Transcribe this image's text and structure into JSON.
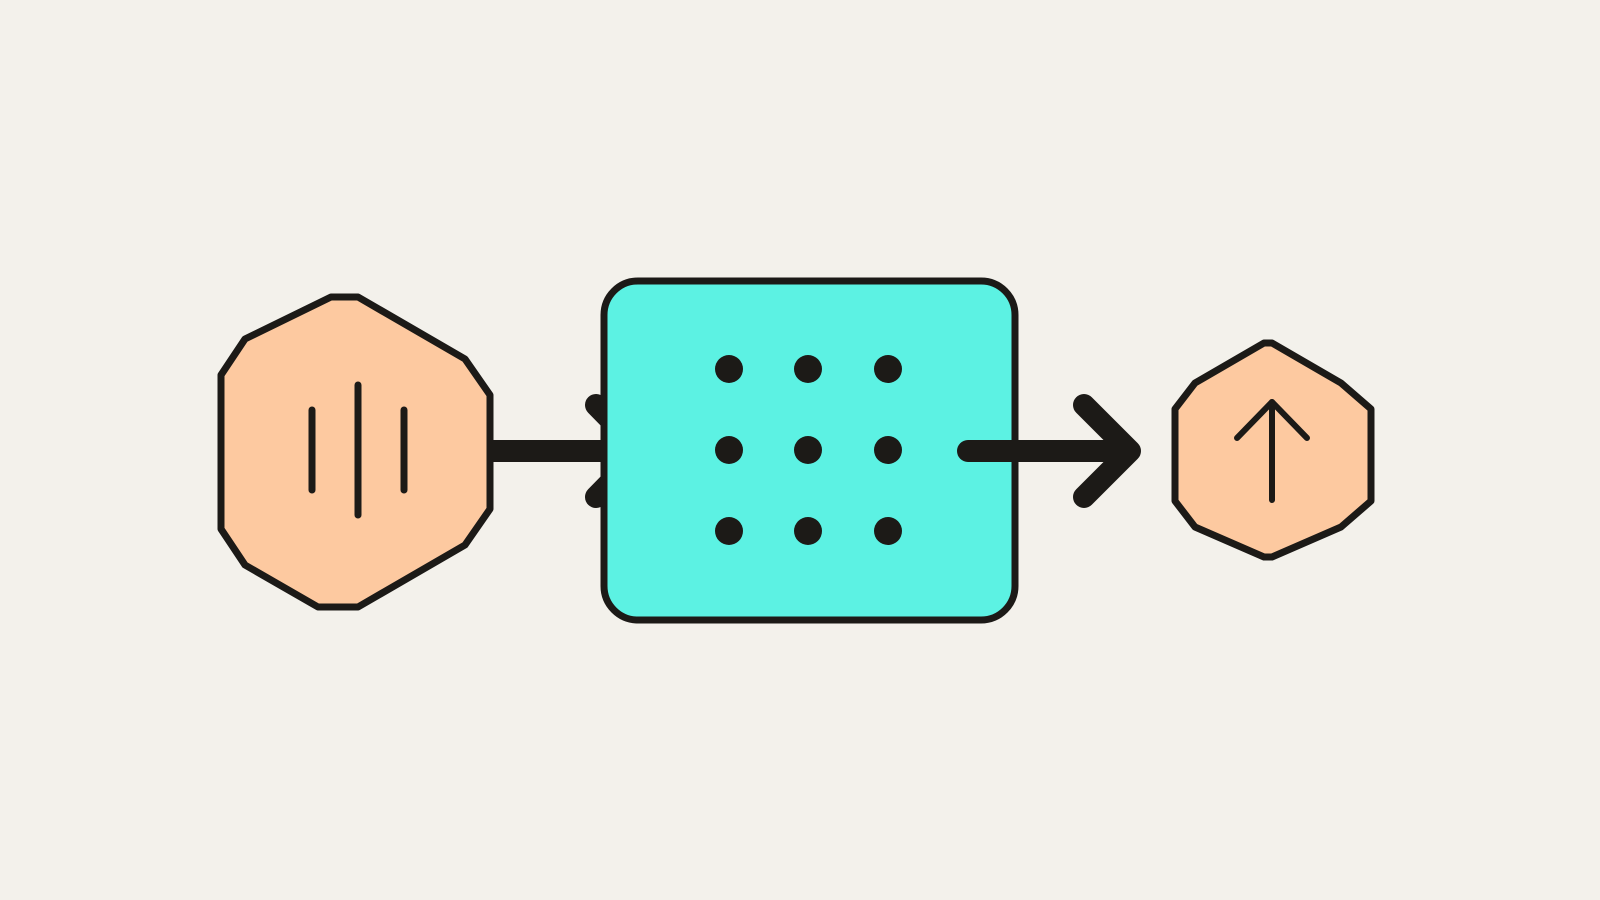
{
  "diagram": {
    "colors": {
      "background": "#f3f1eb",
      "stroke": "#1c1a17",
      "input_node_fill": "#fdc9a0",
      "process_node_fill": "#5cf2e3",
      "output_node_fill": "#fdc9a0"
    },
    "nodes": [
      {
        "id": "input",
        "shape": "hexagon",
        "icon": "vertical-bars-icon"
      },
      {
        "id": "process",
        "shape": "rounded-rectangle",
        "icon": "dot-grid-icon"
      },
      {
        "id": "output",
        "shape": "hexagon",
        "icon": "arrow-up-icon"
      }
    ],
    "edges": [
      {
        "from": "input",
        "to": "process"
      },
      {
        "from": "process",
        "to": "output"
      }
    ]
  }
}
